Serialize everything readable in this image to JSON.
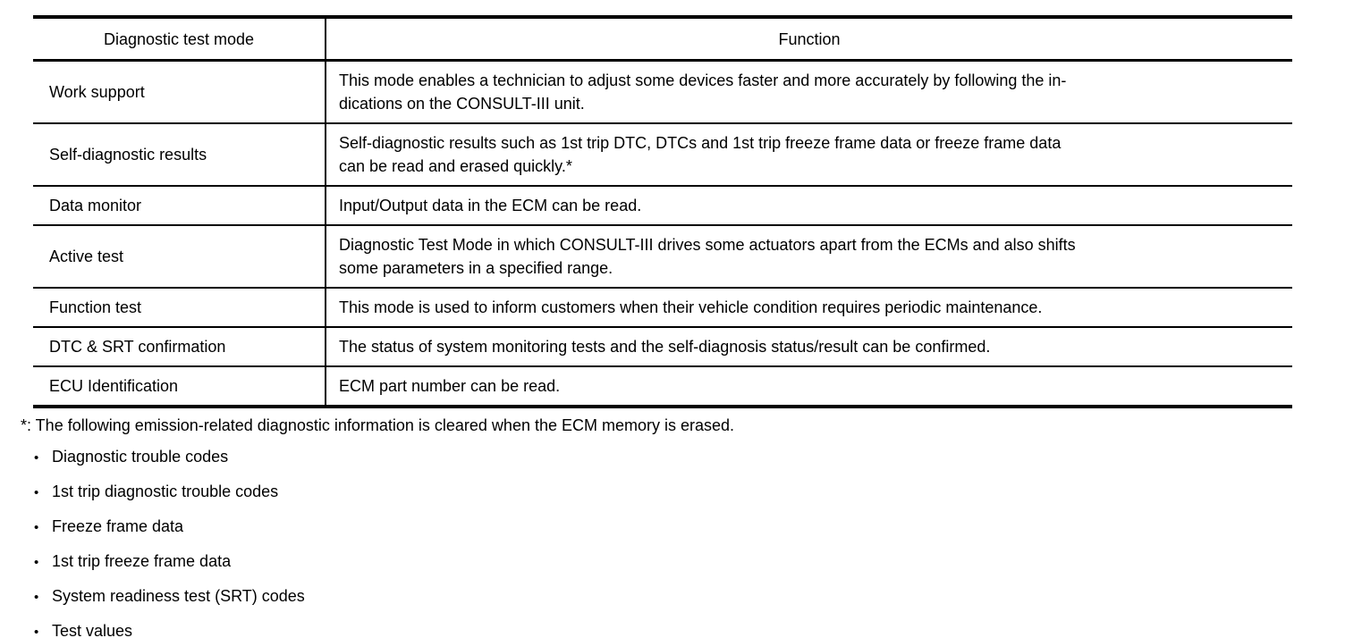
{
  "table": {
    "headers": [
      "Diagnostic test mode",
      "Function"
    ],
    "rows": [
      {
        "mode": "Work support",
        "function": "This mode enables a technician to adjust some devices faster and more accurately by following the in-\ndications on the CONSULT-III unit."
      },
      {
        "mode": "Self-diagnostic results",
        "function": "Self-diagnostic results such as 1st trip DTC, DTCs and 1st trip freeze frame data or freeze frame data\ncan be read and erased quickly.*"
      },
      {
        "mode": "Data monitor",
        "function": "Input/Output data in the ECM can be read."
      },
      {
        "mode": "Active test",
        "function": "Diagnostic Test Mode in which CONSULT-III drives some actuators apart from the ECMs and also shifts\nsome parameters in a specified range."
      },
      {
        "mode": "Function test",
        "function": "This mode is used to inform customers when their vehicle condition requires periodic maintenance."
      },
      {
        "mode": "DTC & SRT confirmation",
        "function": "The status of system monitoring tests and the self-diagnosis status/result can be confirmed."
      },
      {
        "mode": "ECU Identification",
        "function": "ECM part number can be read."
      }
    ]
  },
  "footnote": "*: The following emission-related diagnostic information is cleared when the ECM memory is erased.",
  "bullets": [
    "Diagnostic trouble codes",
    "1st trip diagnostic trouble codes",
    "Freeze frame data",
    "1st trip freeze frame data",
    "System readiness test (SRT) codes",
    "Test values"
  ],
  "icons": {
    "bullet": "•"
  },
  "colors": {
    "text": "#000000",
    "background": "#ffffff",
    "border": "#000000"
  }
}
